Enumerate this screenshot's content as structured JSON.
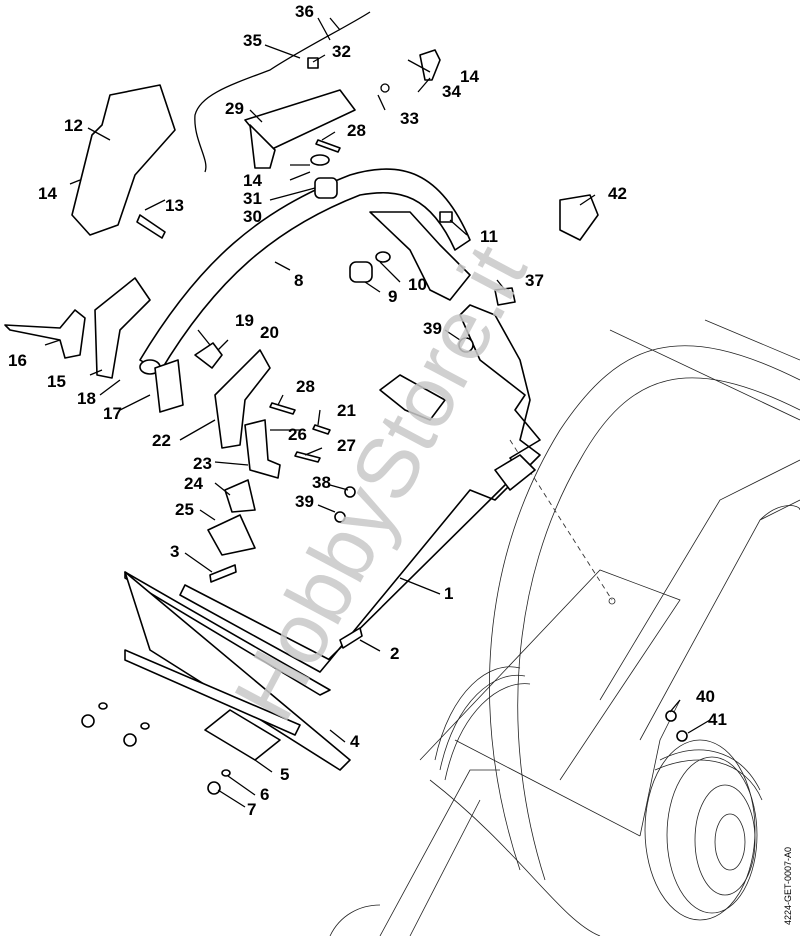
{
  "diagram": {
    "title": "Handlebar and mounting parts exploded view",
    "drawing_code": "4224-GET-0007-A0",
    "watermark": "HobbyStore.it",
    "labels": [
      {
        "id": "36",
        "text": "36"
      },
      {
        "id": "35",
        "text": "35"
      },
      {
        "id": "32",
        "text": "32"
      },
      {
        "id": "14a",
        "text": "14"
      },
      {
        "id": "34",
        "text": "34"
      },
      {
        "id": "33",
        "text": "33"
      },
      {
        "id": "29",
        "text": "29"
      },
      {
        "id": "28a",
        "text": "28"
      },
      {
        "id": "12",
        "text": "12"
      },
      {
        "id": "14b",
        "text": "14"
      },
      {
        "id": "31",
        "text": "31"
      },
      {
        "id": "30",
        "text": "30"
      },
      {
        "id": "14c",
        "text": "14"
      },
      {
        "id": "13",
        "text": "13"
      },
      {
        "id": "42",
        "text": "42"
      },
      {
        "id": "11",
        "text": "11"
      },
      {
        "id": "8",
        "text": "8"
      },
      {
        "id": "10",
        "text": "10"
      },
      {
        "id": "9",
        "text": "9"
      },
      {
        "id": "37",
        "text": "37"
      },
      {
        "id": "39a",
        "text": "39"
      },
      {
        "id": "19",
        "text": "19"
      },
      {
        "id": "20",
        "text": "20"
      },
      {
        "id": "16",
        "text": "16"
      },
      {
        "id": "15",
        "text": "15"
      },
      {
        "id": "18",
        "text": "18"
      },
      {
        "id": "17",
        "text": "17"
      },
      {
        "id": "28b",
        "text": "28"
      },
      {
        "id": "21",
        "text": "21"
      },
      {
        "id": "22",
        "text": "22"
      },
      {
        "id": "26",
        "text": "26"
      },
      {
        "id": "27",
        "text": "27"
      },
      {
        "id": "23",
        "text": "23"
      },
      {
        "id": "38",
        "text": "38"
      },
      {
        "id": "24",
        "text": "24"
      },
      {
        "id": "39b",
        "text": "39"
      },
      {
        "id": "25",
        "text": "25"
      },
      {
        "id": "3",
        "text": "3"
      },
      {
        "id": "1",
        "text": "1"
      },
      {
        "id": "2",
        "text": "2"
      },
      {
        "id": "40",
        "text": "40"
      },
      {
        "id": "41",
        "text": "41"
      },
      {
        "id": "4",
        "text": "4"
      },
      {
        "id": "5",
        "text": "5"
      },
      {
        "id": "6",
        "text": "6"
      },
      {
        "id": "7",
        "text": "7"
      }
    ]
  }
}
